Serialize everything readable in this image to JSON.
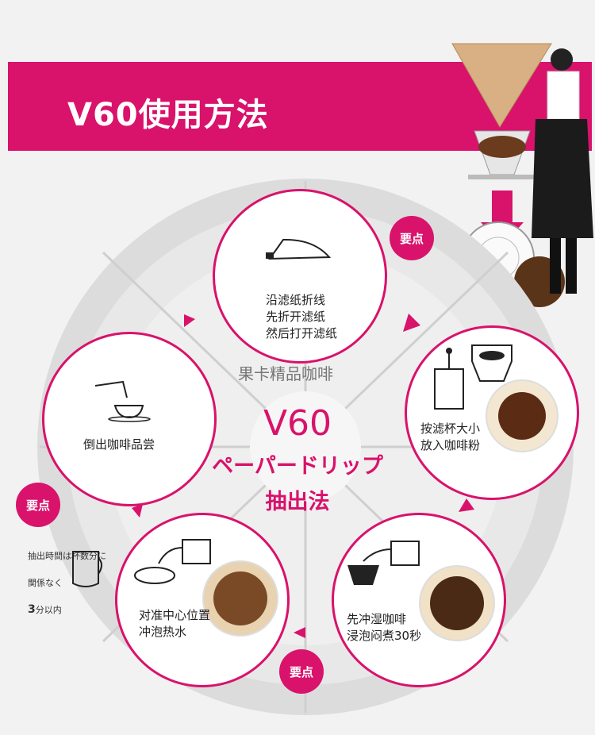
{
  "banner": {
    "title": "V60使用方法",
    "color": "#d9126b"
  },
  "watermark": "果卡精品咖啡",
  "center": {
    "line1": "V60",
    "line2": "ペーパードリップ",
    "line3": "抽出法"
  },
  "steps": [
    {
      "text": "沿滤纸折线\n先折开滤纸\n然后打开滤纸",
      "icon": "filter-paper-icon"
    },
    {
      "text": "按滤杯大小\n放入咖啡粉",
      "icon": "grinder-icon"
    },
    {
      "text": "先冲湿咖啡\n浸泡闷煮30秒",
      "icon": "kettle-icon"
    },
    {
      "text": "对准中心位置\n冲泡热水",
      "icon": "kettle-icon"
    },
    {
      "text": "倒出咖啡品尝",
      "icon": "coffee-cup-icon"
    }
  ],
  "badges": [
    "要点",
    "要点",
    "要点"
  ],
  "note": {
    "line1": "抽出時間は杯数分に",
    "line2": "関係なく",
    "line3_bold": "3",
    "line3_rest": "分以内"
  }
}
